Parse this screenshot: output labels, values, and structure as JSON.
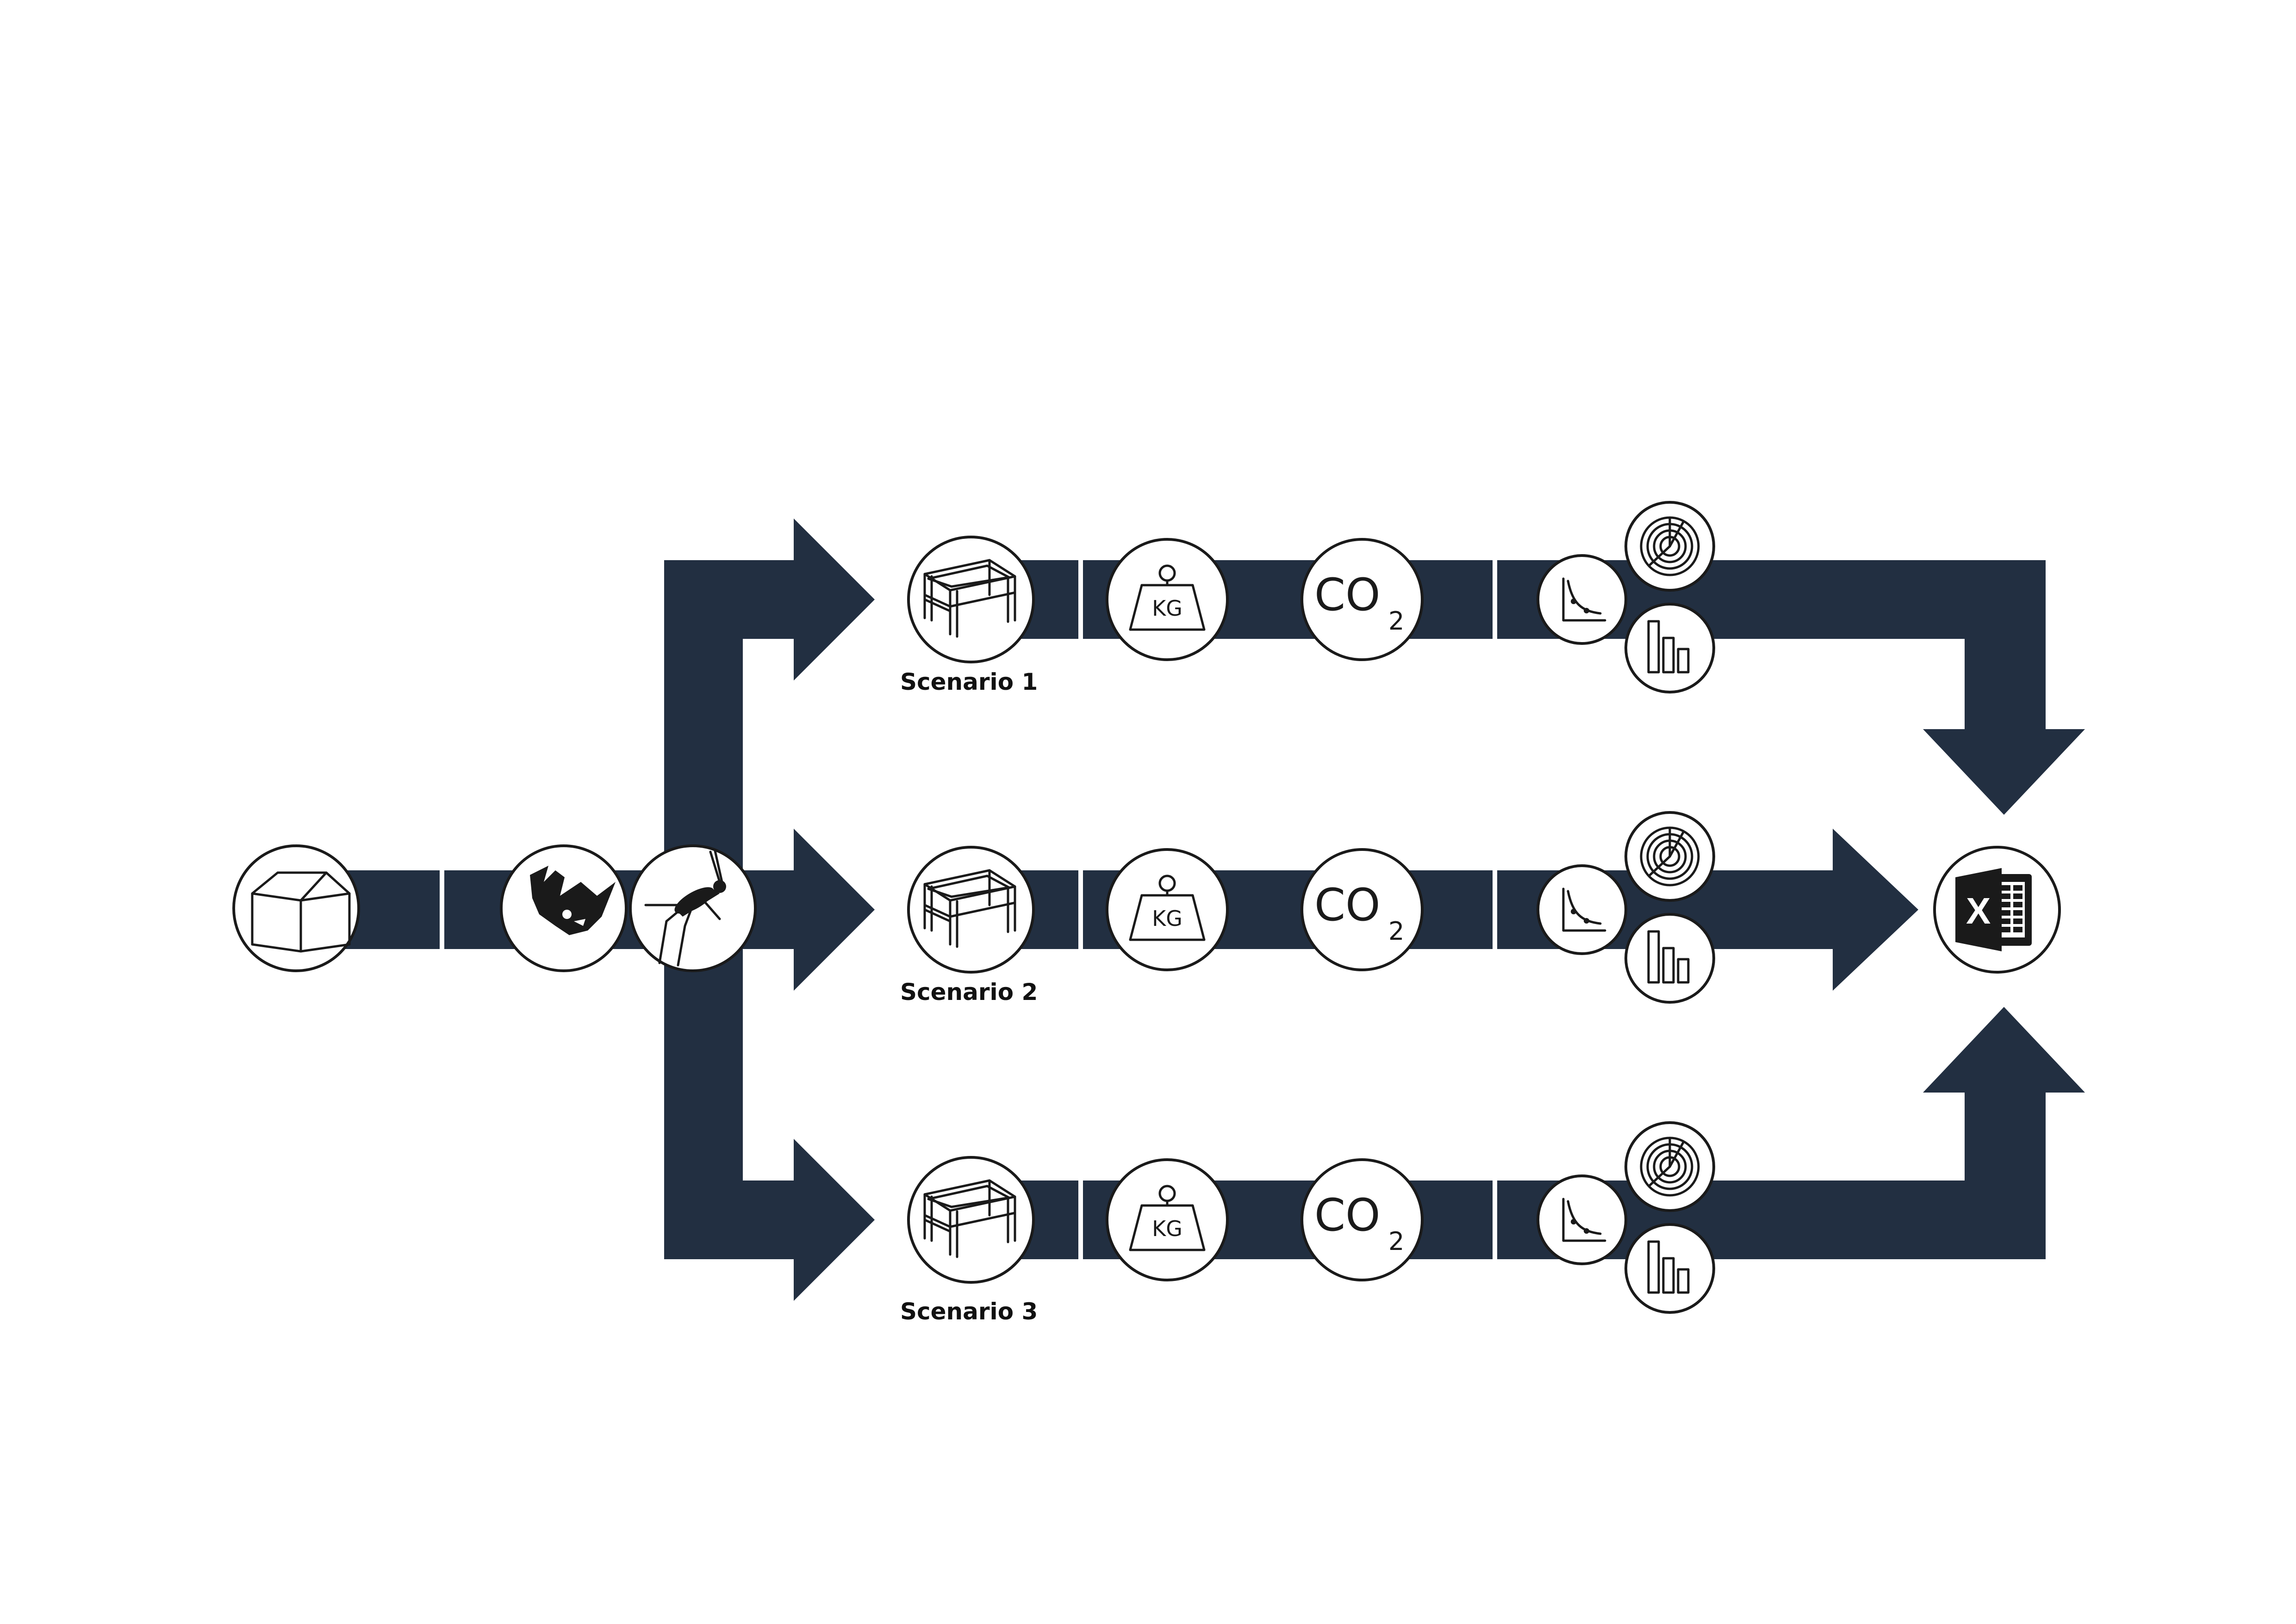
{
  "scenarios": [
    {
      "label": "Scenario 1"
    },
    {
      "label": "Scenario 2"
    },
    {
      "label": "Scenario 3"
    }
  ],
  "co2": {
    "main": "CO",
    "sub": "2"
  },
  "weight": {
    "label": "KG"
  },
  "excel": {
    "letter": "X"
  },
  "icons": {
    "input": "house-outline-icon",
    "modeling": "rhino-icon",
    "scripting": "grasshopper-icon",
    "structure": "frame-structure-icon",
    "weight": "weight-kg-icon",
    "carbon": "co2-icon",
    "curve": "line-graph-icon",
    "radial": "radial-chart-icon",
    "bars": "bar-chart-icon",
    "output": "excel-icon"
  },
  "colors": {
    "flow": "#222f41",
    "background": "#ffffff",
    "stroke": "#1a1a1a"
  }
}
